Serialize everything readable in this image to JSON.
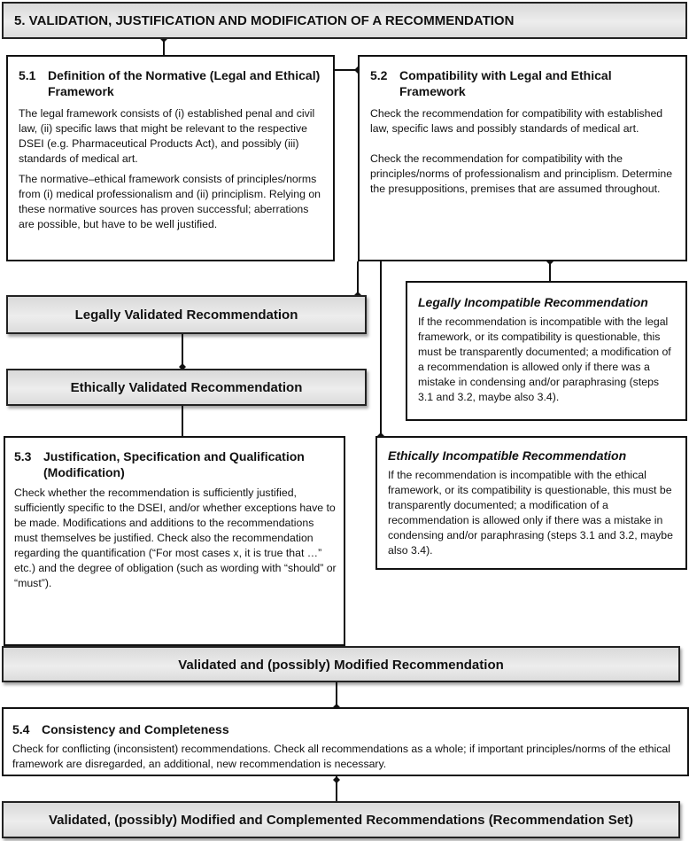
{
  "header": {
    "title": "5. VALIDATION, JUSTIFICATION AND MODIFICATION OF A RECOMMENDATION"
  },
  "s51": {
    "num": "5.1",
    "title": "Definition of the Normative (Legal and Ethical) Framework",
    "p1": "The legal framework consists of (i) established penal and civil law, (ii) specific laws that might be relevant to the respective DSEI (e.g. Pharmaceutical Products Act), and possibly (iii) standards of medical art.",
    "p2": "The normative–ethical framework consists of principles/norms from (i) medical professionalism and (ii) principlism. Relying on these normative sources has proven successful; aberrations are possible, but have to be well justified."
  },
  "s52": {
    "num": "5.2",
    "title": "Compatibility with Legal and Ethical Framework",
    "p1": "Check the recommendation for compatibility with established law, specific laws and possibly standards of medical art.",
    "p2": "Check the recommendation for compatibility with the principles/norms of professionalism and principlism. Determine the presuppositions, premises that are assumed throughout."
  },
  "legally_validated": "Legally Validated Recommendation",
  "ethically_validated": "Ethically Validated Recommendation",
  "legally_incompatible": {
    "title": "Legally Incompatible Recommendation",
    "text": "If the recommendation is incompatible with the legal framework, or its compatibility is questionable, this must be transparently documented; a modification of a recommendation is allowed only if there was a mistake in condensing and/or paraphrasing (steps 3.1 and 3.2, maybe also 3.4)."
  },
  "ethically_incompatible": {
    "title": "Ethically Incompatible Recommendation",
    "text": "If the recommendation is incompatible with the ethical framework, or its compatibility is questionable, this must be transparently documented; a modification of a recommendation is allowed only if there was a mistake in condensing and/or paraphrasing (steps 3.1 and 3.2, maybe also 3.4)."
  },
  "s53": {
    "num": "5.3",
    "title": "Justification, Specification and Qualification (Modification)",
    "text": "Check whether the recommendation is sufficiently justified, sufficiently specific to the DSEI, and/or whether exceptions have to be made. Modifications and additions to the recommendations must themselves be justified. Check also the recommendation regarding the quantification (“For most cases x, it is true that …” etc.) and the degree of obligation (such as wording with “should” or “must”)."
  },
  "validated_modified": "Validated and (possibly) Modified Recommendation",
  "s54": {
    "num": "5.4",
    "title": "Consistency and Completeness",
    "text": "Check for conflicting (inconsistent) recommendations. Check all recommendations as a whole; if important principles/norms of the ethical framework are disregarded, an additional, new recommendation is necessary."
  },
  "final": "Validated, (possibly) Modified and Complemented Recommendations (Recommendation Set)"
}
